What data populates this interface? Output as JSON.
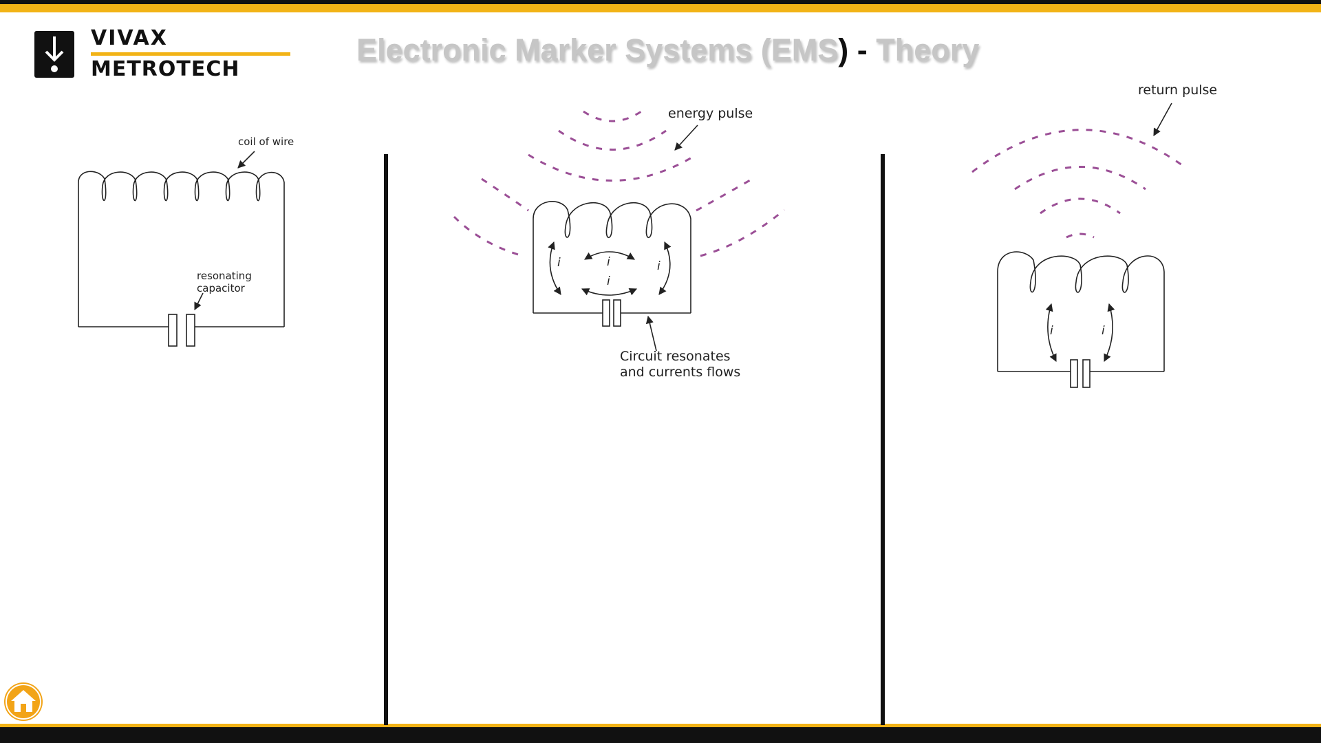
{
  "brand": {
    "name_line1": "VIVAX",
    "name_line2": "METROTECH",
    "colors": {
      "gold": "#f2b316",
      "black": "#111111",
      "home_orange": "#f2a417",
      "pulse_purple": "#9b4f96"
    }
  },
  "slide": {
    "title_part1": "Electronic Marker Systems (EMS",
    "title_part2": ") -",
    "title_part3": " Theory"
  },
  "panels": {
    "left": {
      "coil_label": "coil of wire",
      "capacitor_label_line1": "resonating",
      "capacitor_label_line2": "capacitor"
    },
    "middle": {
      "pulse_label": "energy pulse",
      "current_symbol": "i",
      "circuit_label_line1": "Circuit resonates",
      "circuit_label_line2": "and currents flows"
    },
    "right": {
      "pulse_label": "return pulse",
      "current_symbol": "i"
    }
  },
  "nav": {
    "home_icon": "home-icon"
  }
}
